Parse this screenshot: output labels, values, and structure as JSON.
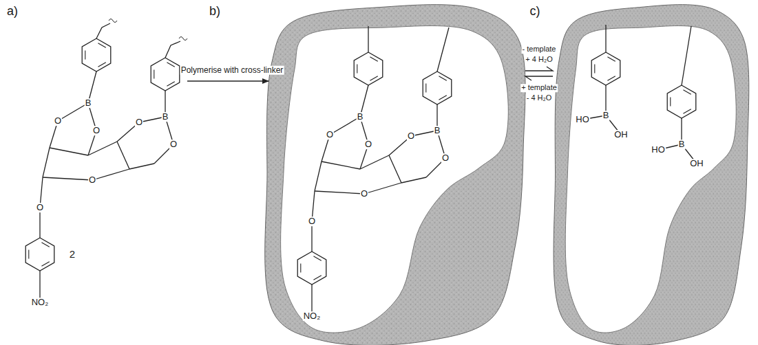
{
  "diagram": {
    "labels": [
      "a)",
      "b)",
      "c)",
      "Polymerise with cross-linker",
      "B",
      "O",
      "O",
      "O",
      "O",
      "B",
      "O",
      "O",
      "NO₂",
      "2",
      "B",
      "O",
      "O",
      "O",
      "O",
      "B",
      "O",
      "O",
      "NO₂",
      "- template",
      "+ 4 H₂O",
      "+ template",
      "- 4 H₂O",
      "HO",
      "B",
      "OH",
      "HO",
      "B",
      "OH"
    ]
  }
}
